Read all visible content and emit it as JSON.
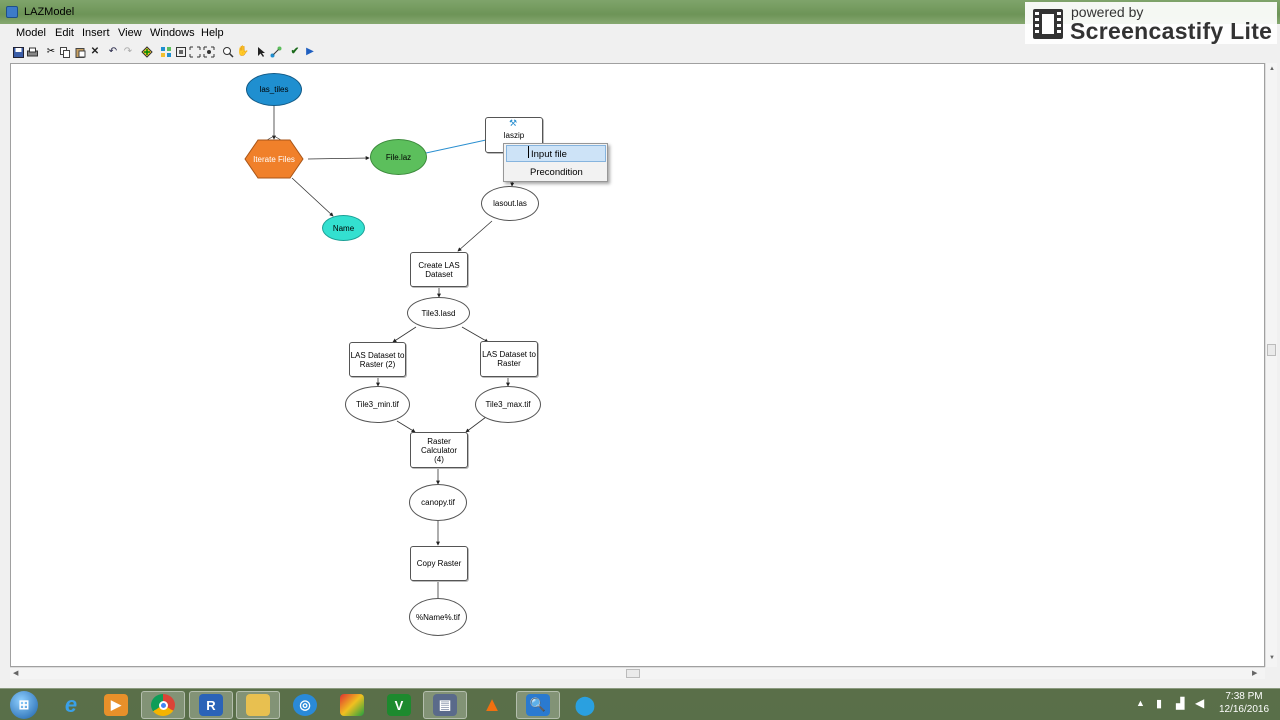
{
  "window": {
    "title": "LAZModel"
  },
  "menu": [
    "Model",
    "Edit",
    "Insert",
    "View",
    "Windows",
    "Help"
  ],
  "toolbar_icons": [
    "save-icon",
    "print-icon",
    "cut-icon",
    "copy-icon",
    "paste-icon",
    "delete-icon",
    "undo-icon",
    "redo-icon",
    "add-data-icon",
    "auto-layout-icon",
    "full-extent-icon",
    "select-all-icon",
    "zoom-in-icon",
    "pan-icon",
    "select-icon",
    "connect-icon",
    "validate-icon",
    "run-icon"
  ],
  "nodes": {
    "las_tiles": "las_tiles",
    "iterate_files": "Iterate Files",
    "file_laz": "File.laz",
    "name": "Name",
    "laszip": "laszip",
    "lasout": "lasout.las",
    "create_las": "Create LAS Dataset",
    "tile3_lasd": "Tile3.lasd",
    "las_to_raster_2": "LAS Dataset to Raster (2)",
    "las_to_raster": "LAS Dataset to Raster",
    "tile3_min": "Tile3_min.tif",
    "tile3_max": "Tile3_max.tif",
    "raster_calc": "Raster Calculator (4)",
    "canopy": "canopy.tif",
    "copy_raster": "Copy Raster",
    "name_tif": "%Name%.tif"
  },
  "context_menu": {
    "input_file": "Input file",
    "precondition": "Precondition"
  },
  "watermark": {
    "powered": "powered by",
    "brand": "Screencastify Lite"
  },
  "taskbar": {
    "apps": [
      "start-orb",
      "internet-explorer",
      "media-player",
      "chrome",
      "r",
      "file-explorer",
      "network-app",
      "arcgis",
      "vim",
      "filmstrip",
      "vlc",
      "search-app",
      "map-app"
    ],
    "time": "7:38 PM",
    "date": "12/16/2016"
  },
  "colors": {
    "las_tiles": "#1f8fd0",
    "iterate": "#f0802a",
    "file_laz": "#5cbf5c",
    "name": "#33e0d0"
  }
}
